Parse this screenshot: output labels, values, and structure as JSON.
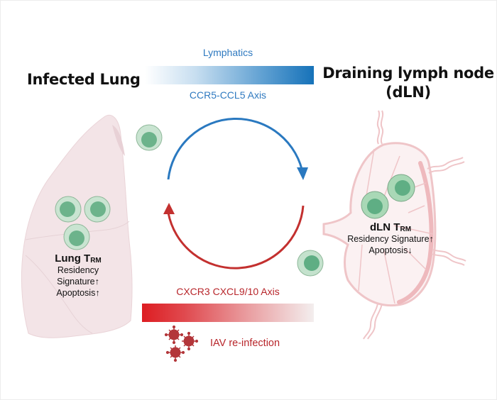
{
  "titles": {
    "left": "Infected Lung",
    "right_line1": "Draining lymph node",
    "right_line2": "(dLN)"
  },
  "top_flow": {
    "label_above": "Lymphatics",
    "label_below": "CCR5-CCL5 Axis",
    "color": "#1c78bd",
    "direction": "lung-to-dLN"
  },
  "bottom_flow": {
    "label_above": "CXCR3 CXCL9/10 Axis",
    "label_below": "IAV re-infection",
    "color": "#d81f26",
    "direction": "dLN-to-lung"
  },
  "lung_cell": {
    "title": "Lung T",
    "title_sub": "RM",
    "line1": "Residency Signature",
    "line1_arrow": "↑",
    "line2": "Apoptosis",
    "line2_arrow": "↑"
  },
  "dln_cell": {
    "title": "dLN T",
    "title_sub": "RM",
    "line1": "Residency Signature",
    "line1_arrow": "↑",
    "line2": "Apoptosis",
    "line2_arrow": "↓"
  },
  "icons": {
    "lung": "lung-icon",
    "lymph_node": "lymph-node-icon",
    "t_cell": "t-cell-icon",
    "virus": "virus-icon",
    "cycle_arrow": "cycle-arrow-icon"
  },
  "colors": {
    "lung_fill": "#f3e4e7",
    "ln_fill": "#fbf1f2",
    "ln_stroke": "#efc5c8",
    "cell_outer": "#c4e2cd",
    "cell_inner": "#5fae84",
    "virus": "#b3363a"
  }
}
